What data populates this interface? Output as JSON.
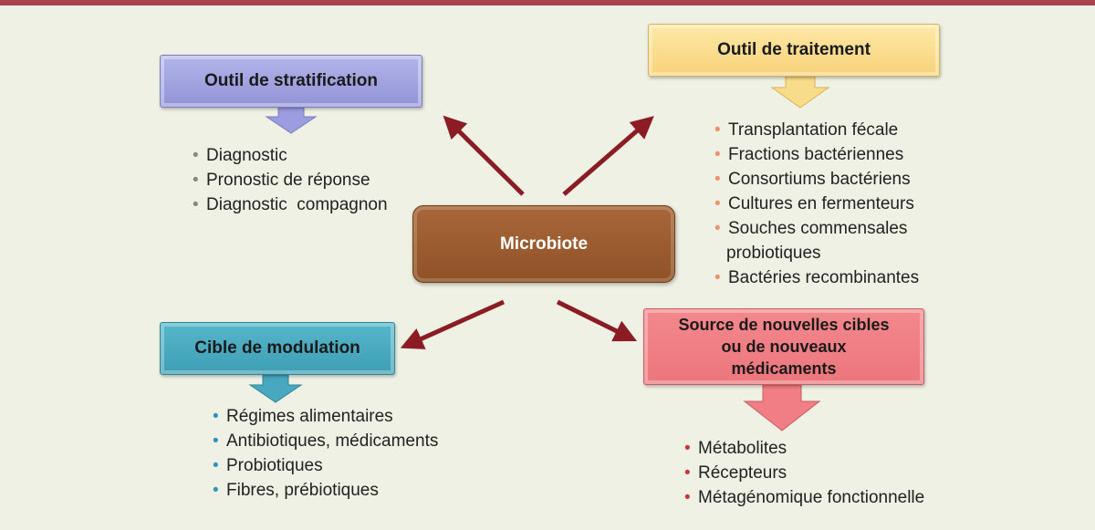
{
  "center": {
    "label": "Microbiote"
  },
  "nodes": {
    "stratification": {
      "title": "Outil de stratification",
      "items": [
        "Diagnostic",
        "Pronostic de réponse",
        "Diagnostic  compagnon"
      ]
    },
    "treatment": {
      "title": "Outil de traitement",
      "items": [
        "Transplantation fécale",
        "Fractions bactériennes",
        "Consortiums bactériens",
        "Cultures en fermenteurs",
        "Souches commensales",
        "probiotiques",
        "Bactéries recombinantes"
      ]
    },
    "modulation": {
      "title": "Cible de modulation",
      "items": [
        "Régimes alimentaires",
        "Antibiotiques, médicaments",
        "Probiotiques",
        "Fibres, prébiotiques"
      ]
    },
    "source": {
      "title_lines": [
        "Source de nouvelles cibles",
        "ou de nouveaux",
        "médicaments"
      ],
      "items": [
        "Métabolites",
        "Récepteurs",
        "Métagénomique fonctionnelle"
      ]
    }
  },
  "colors": {
    "background": "#eef1e3",
    "top_bar": "#a9434c",
    "arrows": "#8c1c24",
    "stratification": "#9b9de0",
    "treatment": "#f9dc8a",
    "center": "#9b5b2f",
    "modulation": "#48a8bf",
    "source": "#f07e84"
  }
}
